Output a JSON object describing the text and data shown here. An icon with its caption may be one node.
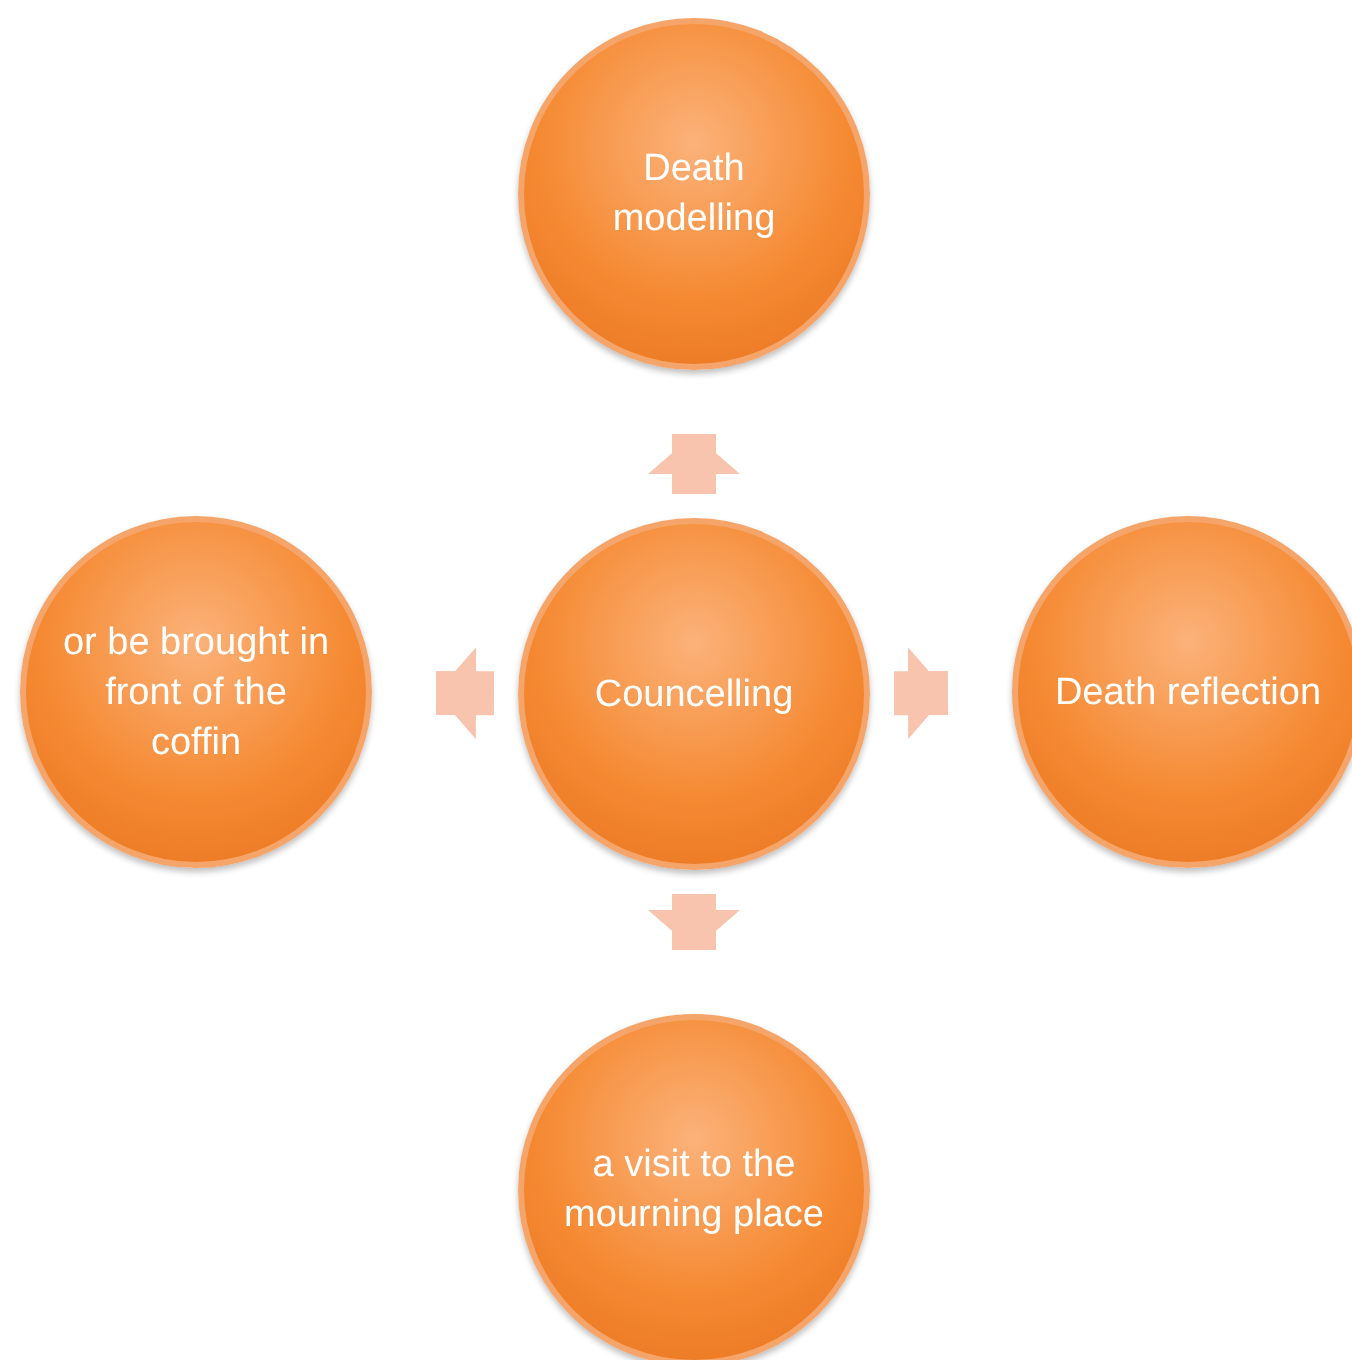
{
  "diagram": {
    "nodes": [
      {
        "text": [
          "Councelling"
        ]
      },
      {
        "text": [
          "Death modelling"
        ]
      },
      {
        "text": [
          "Death reflection"
        ]
      },
      {
        "text": [
          "a visit to the mourning place"
        ]
      },
      {
        "text": [
          "or be brought in front of the coffin"
        ]
      }
    ],
    "edges": [
      {
        "from": 0,
        "to": 1,
        "arrow": "to"
      },
      {
        "from": 0,
        "to": 2,
        "arrow": "to"
      },
      {
        "from": 0,
        "to": 3,
        "arrow": "to"
      },
      {
        "from": 0,
        "to": 4,
        "arrow": "to"
      }
    ]
  }
}
